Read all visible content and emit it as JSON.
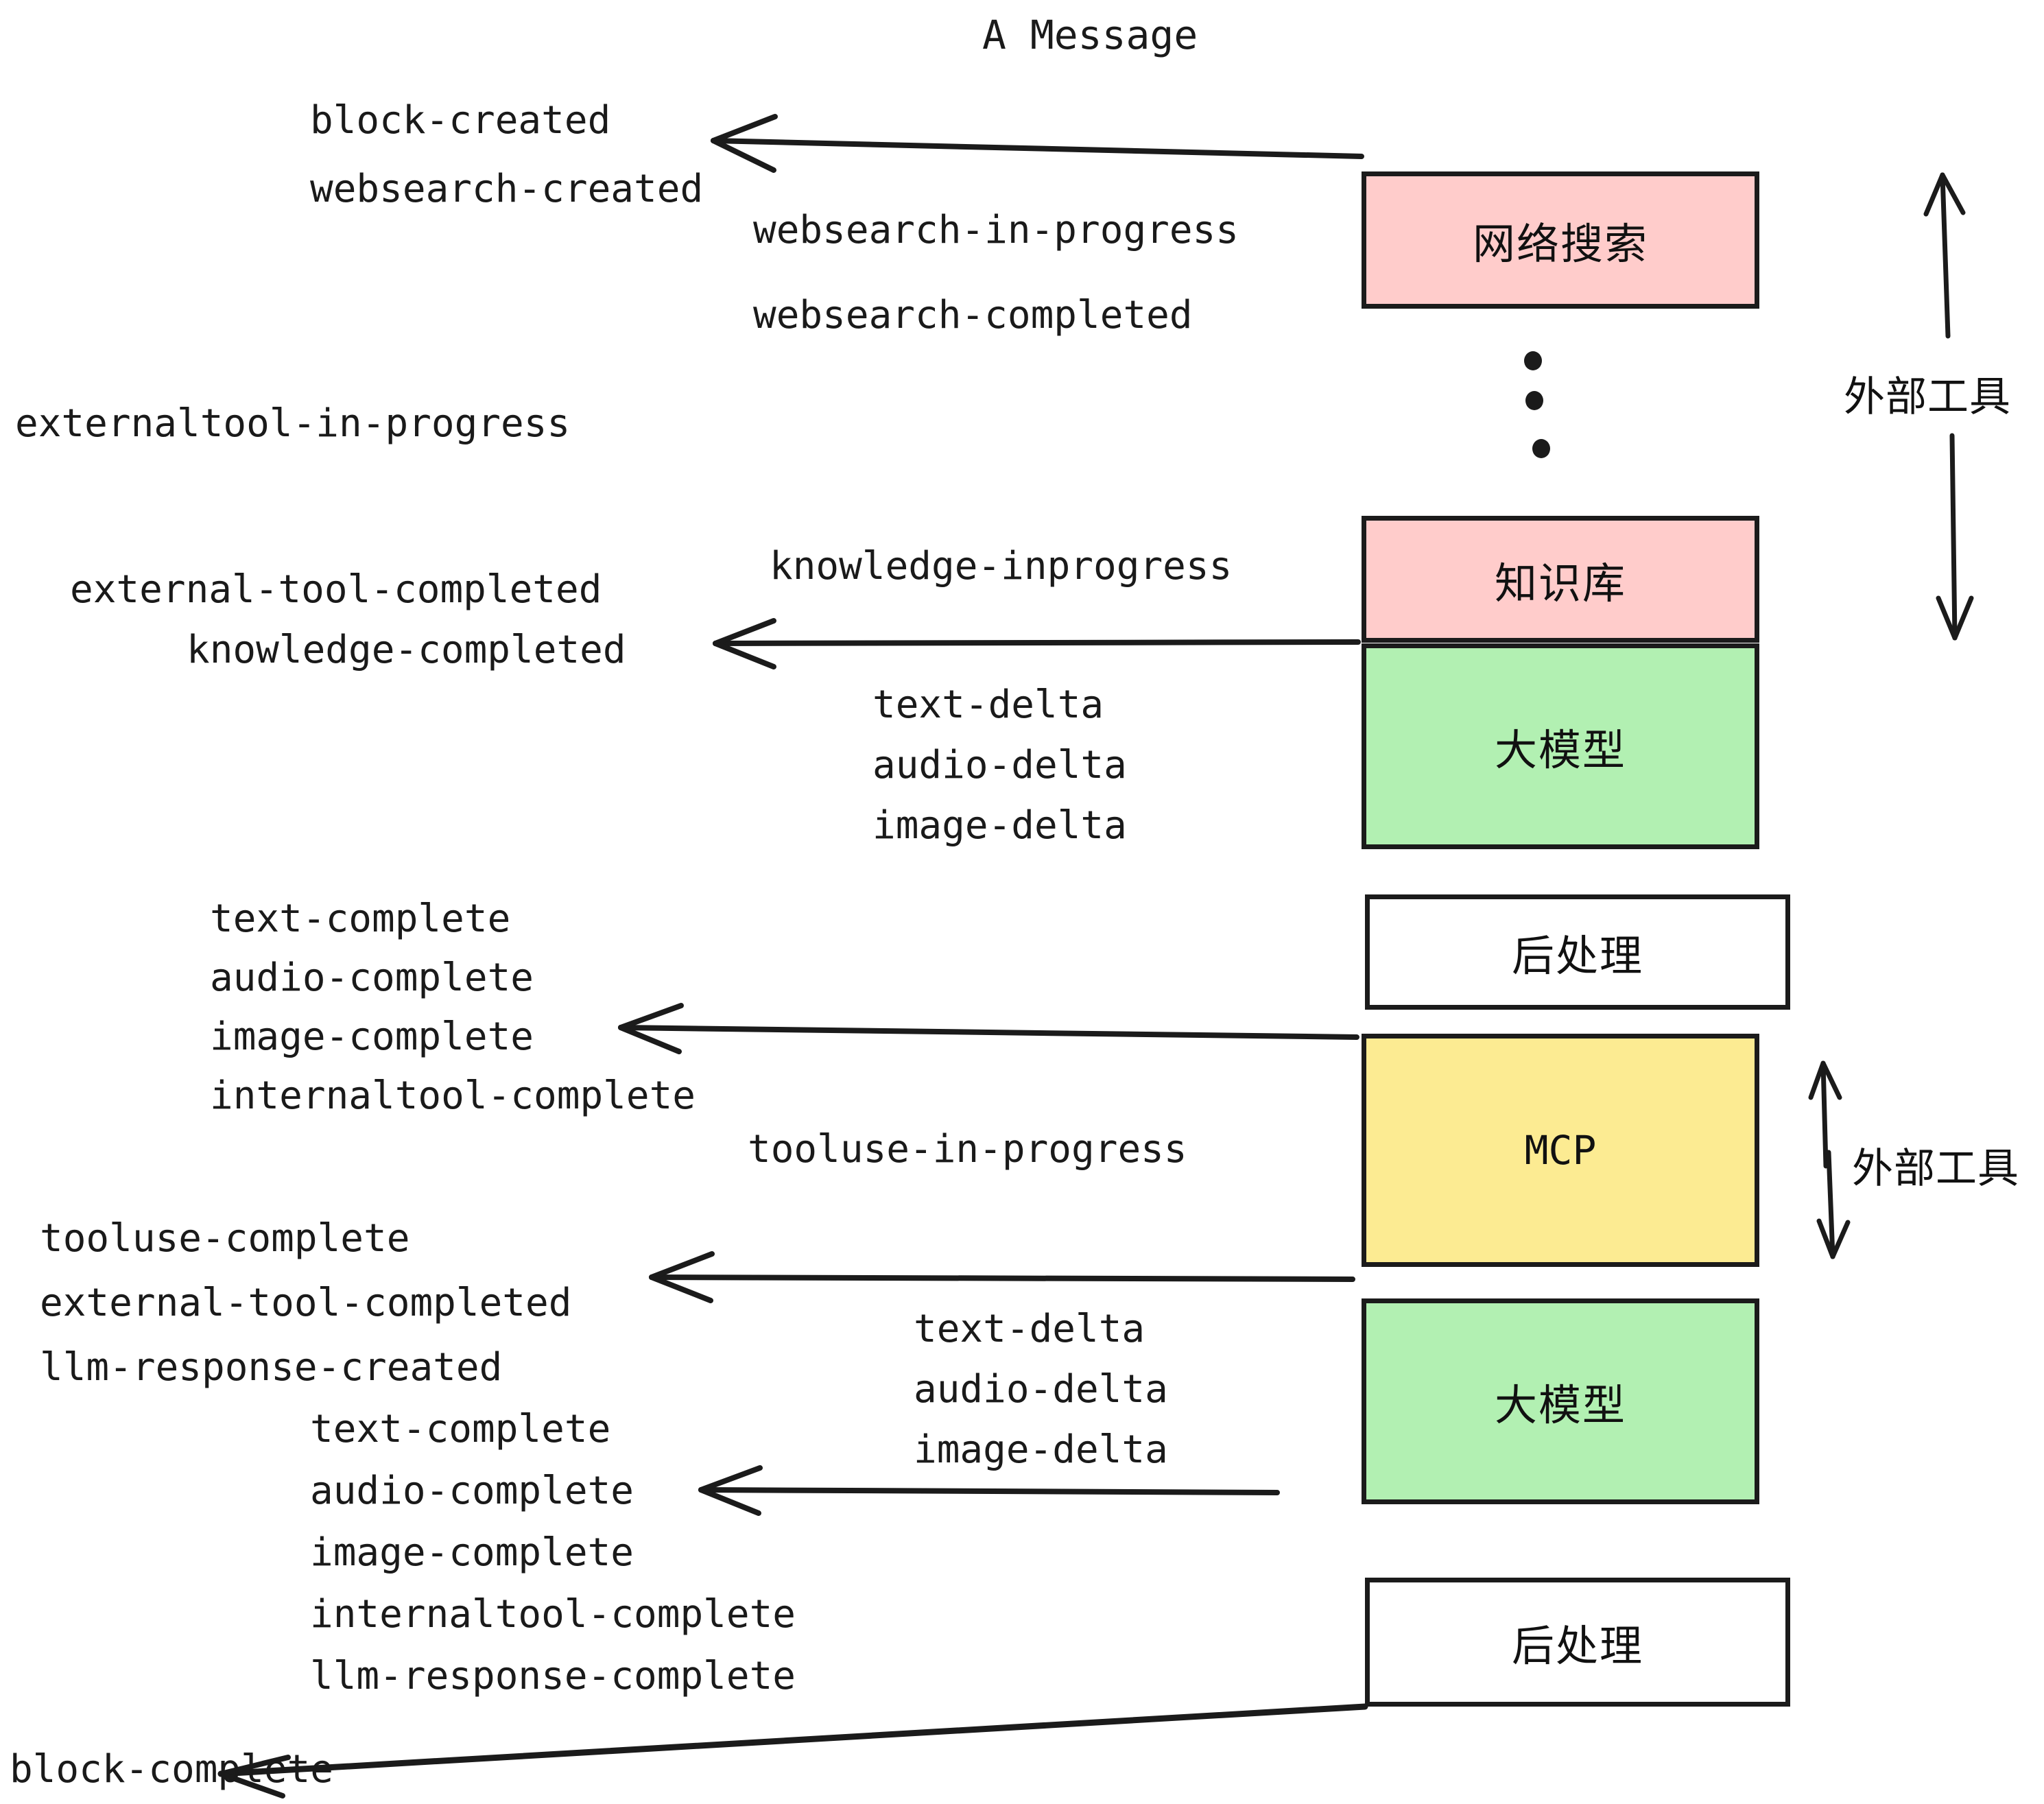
{
  "title": "A Message",
  "boxes": [
    {
      "id": "websearch",
      "label": "网络搜索",
      "fill": "#FFCCCB"
    },
    {
      "id": "knowledge",
      "label": "知识库",
      "fill": "#FFCCCB"
    },
    {
      "id": "llm-1",
      "label": "大模型",
      "fill": "#B2F0B2"
    },
    {
      "id": "postproc-1",
      "label": "后处理",
      "fill": "#FFFFFF"
    },
    {
      "id": "mcp",
      "label": "MCP",
      "fill": "#FCEB92"
    },
    {
      "id": "llm-2",
      "label": "大模型",
      "fill": "#B2F0B2"
    },
    {
      "id": "postproc-2",
      "label": "后处理",
      "fill": "#FFFFFF"
    }
  ],
  "side_labels": [
    {
      "id": "external-tools-top",
      "label": "外部工具"
    },
    {
      "id": "external-tools-bottom",
      "label": "外部工具"
    }
  ],
  "events": {
    "block_created": "block-created",
    "websearch_created": "websearch-created",
    "websearch_in_progress": "websearch-in-progress",
    "websearch_completed": "websearch-completed",
    "externaltool_in_progress": "externaltool-in-progress",
    "knowledge_inprogress": "knowledge-inprogress",
    "external_tool_completed_1": "external-tool-completed",
    "knowledge_completed": "knowledge-completed",
    "text_delta_1": "text-delta",
    "audio_delta_1": "audio-delta",
    "image_delta_1": "image-delta",
    "text_complete_1": "text-complete",
    "audio_complete_1": "audio-complete",
    "image_complete_1": "image-complete",
    "internaltool_complete_1": "internaltool-complete",
    "tooluse_in_progress": "tooluse-in-progress",
    "tooluse_complete": "tooluse-complete",
    "external_tool_completed_2": "external-tool-completed",
    "llm_response_created": "llm-response-created",
    "text_delta_2": "text-delta",
    "audio_delta_2": "audio-delta",
    "image_delta_2": "image-delta",
    "text_complete_2": "text-complete",
    "audio_complete_2": "audio-complete",
    "image_complete_2": "image-complete",
    "internaltool_complete_2": "internaltool-complete",
    "llm_response_complete": "llm-response-complete",
    "block_complete": "block-complete"
  },
  "colors": {
    "pink": "#FFCCCB",
    "green": "#B2F0B2",
    "yellow": "#FCEB92",
    "white": "#FFFFFF",
    "stroke": "#1b1b1b",
    "text": "#1a1a1a",
    "background": "#FFFFFF"
  }
}
